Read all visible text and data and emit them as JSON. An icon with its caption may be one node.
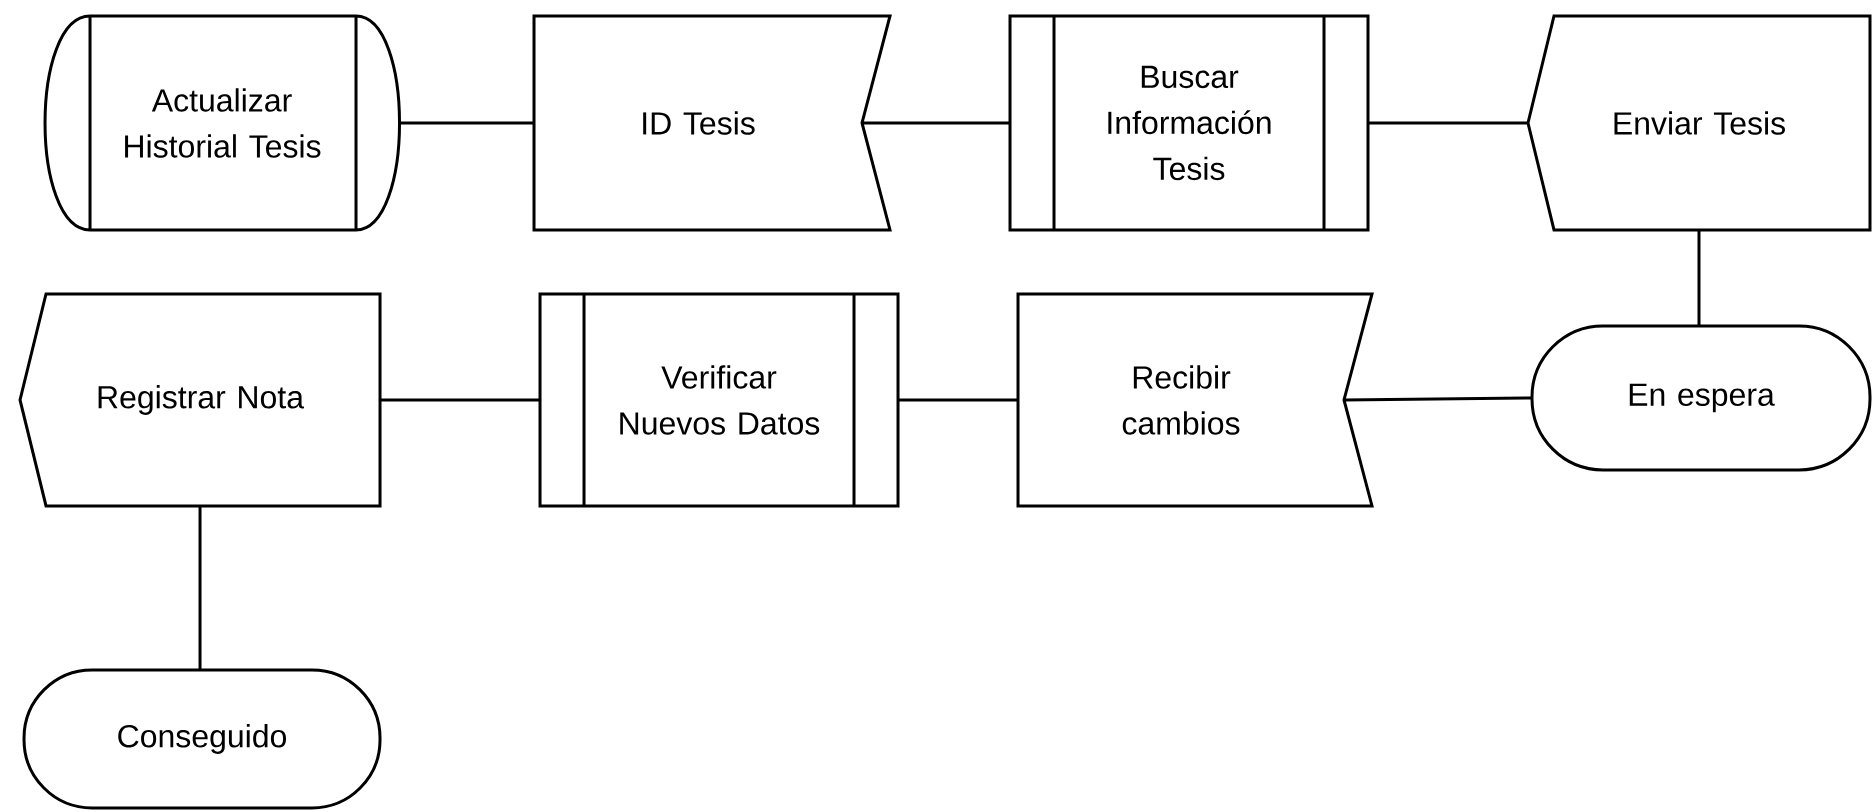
{
  "diagram": {
    "nodes": [
      {
        "text": [
          "Actualizar Historial Tesis"
        ]
      },
      {
        "text": [
          "ID Tesis"
        ]
      },
      {
        "text": [
          "Buscar Información Tesis"
        ]
      },
      {
        "text": [
          "Enviar Tesis"
        ]
      },
      {
        "text": [
          "En espera"
        ]
      },
      {
        "text": [
          "Recibir cambios"
        ]
      },
      {
        "text": [
          "Verificar Nuevos Datos"
        ]
      },
      {
        "text": [
          "Registrar Nota"
        ]
      },
      {
        "text": [
          "Conseguido"
        ]
      }
    ],
    "edges": [
      {
        "from": 0,
        "to": 1,
        "arrow": "none"
      },
      {
        "from": 1,
        "to": 2,
        "arrow": "none"
      },
      {
        "from": 2,
        "to": 3,
        "arrow": "none"
      },
      {
        "from": 3,
        "to": 4,
        "arrow": "none"
      },
      {
        "from": 4,
        "to": 5,
        "arrow": "none"
      },
      {
        "from": 5,
        "to": 6,
        "arrow": "none"
      },
      {
        "from": 6,
        "to": 7,
        "arrow": "none"
      },
      {
        "from": 7,
        "to": 8,
        "arrow": "none"
      }
    ]
  }
}
